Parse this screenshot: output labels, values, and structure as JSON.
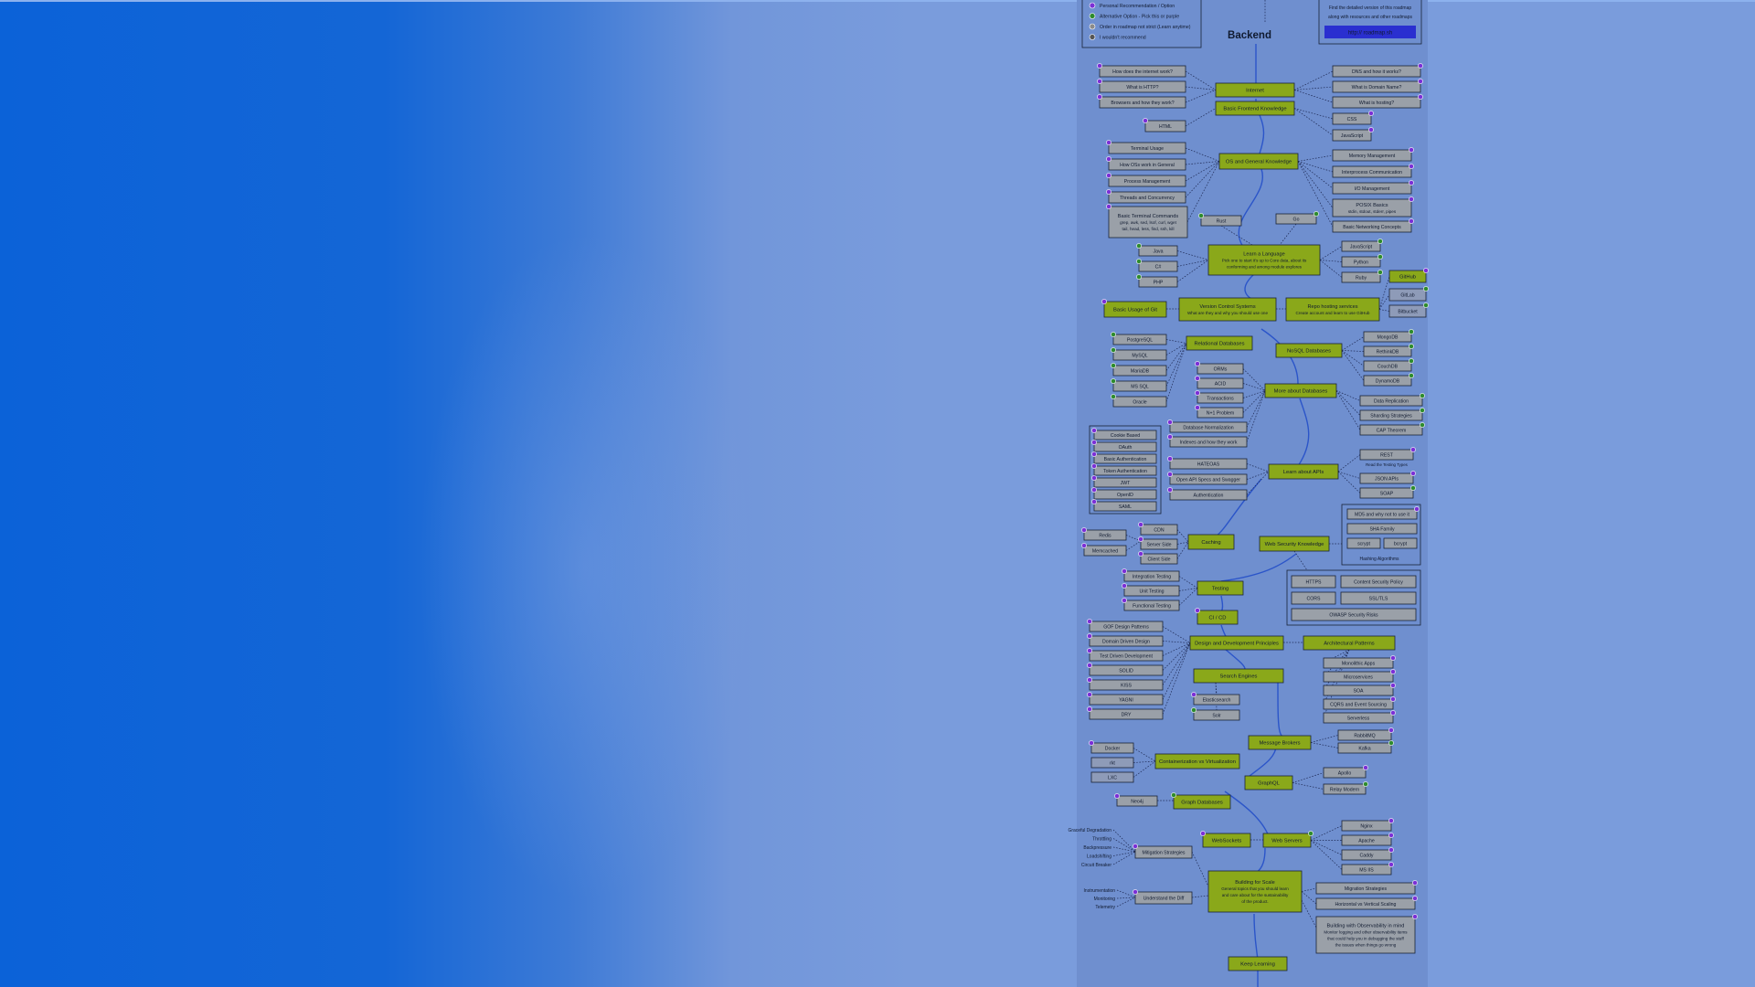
{
  "legend": {
    "items": [
      {
        "label": "Personal Recommendation / Option",
        "color": "#7b2fd6"
      },
      {
        "label": "Alternative Option - Pick this or purple",
        "color": "#2e8b2e"
      },
      {
        "label": "Order in roadmap not strict (Learn anytime)",
        "color": "#8a8a8a"
      },
      {
        "label": "I wouldn't recommend",
        "color": "#555555"
      }
    ]
  },
  "promo": {
    "text1": "Find the detailed version of this roadmap",
    "text2": "along with resources and other roadmaps",
    "link": "http:// roadmap.sh"
  },
  "title": "Backend",
  "colors": {
    "main": "#8aa81a",
    "sub": "#9aa0a8",
    "accent": "#7b2fd6",
    "bg": "#6f8fcf"
  },
  "labels": {
    "internet": "Internet",
    "frontend": "Basic Frontend Knowledge",
    "os": "OS and General Knowledge",
    "lang_title": "Learn a Language",
    "lang_sub1": "Pick one to start it's up to Core data, about its",
    "lang_sub2": "conforming and among module explores",
    "vcs": "Version Control Systems",
    "vcs_sub": "What are they and why you should use one",
    "repo": "Repo hosting services",
    "repo_sub": "Create account and learn to use GitHub",
    "git": "Basic Usage of Git",
    "rel": "Relational Databases",
    "nosql": "NoSQL Databases",
    "moredb": "More about Databases",
    "apis": "Learn about APIs",
    "caching": "Caching",
    "websec": "Web Security Knowledge",
    "testing": "Testing",
    "cicd": "CI / CD",
    "design": "Design and Development Principles",
    "arch": "Architectural Patterns",
    "search": "Search Engines",
    "msg": "Message Brokers",
    "container": "Containerization vs Virtualization",
    "graphql": "GraphQL",
    "graphdb": "Graph Databases",
    "websockets": "WebSockets",
    "webservers": "Web Servers",
    "scale_title": "Building for Scale",
    "scale_sub1": "General topics that you should learn",
    "scale_sub2": "and care about for the sustainability",
    "scale_sub3": "of the product.",
    "mitigation": "Mitigation Strategies",
    "understand": "Understand the Diff",
    "keep": "Keep Learning",
    "hashing": "Hashing Algorithms",
    "observ_title": "Building with Observability in mind",
    "observ_1": "Monitor logging and other observability items",
    "observ_2": "that could help you in debugging the stuff",
    "observ_3": "the issues when things go wrong",
    "rest_note": "Read the Testing Types"
  },
  "internet_left": [
    "How does the internet work?",
    "What is HTTP?",
    "Browsers and how they work?"
  ],
  "internet_right": [
    "DNS and how it works?",
    "What is Domain Name?",
    "What is hosting?"
  ],
  "frontend_items": [
    "HTML",
    "CSS",
    "JavaScript"
  ],
  "os_left": [
    "Terminal Usage",
    "How OSs work in General",
    "Process Management",
    "Threads and Concurrency"
  ],
  "terminal_cmds": [
    "Basic Terminal Commands",
    "grep, awk, sed, lsof, curl, wget",
    "tail, head, less, find, ssh, kill"
  ],
  "os_right": [
    "Memory Management",
    "Interprocess Communication",
    "I/O Management",
    "POSIX Basics",
    "Basic Networking Concepts"
  ],
  "posix_sub": "stdin, stdout, stderr, pipes",
  "lang_top": [
    "Rust",
    "Go"
  ],
  "lang_left": [
    "Java",
    "C#",
    "PHP"
  ],
  "lang_right": [
    "JavaScript",
    "Python",
    "Ruby"
  ],
  "repo_items": [
    "GitHub",
    "GitLab",
    "Bitbucket"
  ],
  "rel_items": [
    "PostgreSQL",
    "MySQL",
    "MariaDB",
    "MS SQL",
    "Oracle"
  ],
  "nosql_items": [
    "MongoDB",
    "RethinkDB",
    "CouchDB",
    "DynamoDB"
  ],
  "moredb_mid": [
    "ORMs",
    "ACID",
    "Transactions",
    "N+1 Problem",
    "Database Normalization",
    "Indexes and how they work"
  ],
  "moredb_right": [
    "Data Replication",
    "Sharding Strategies",
    "CAP Theorem"
  ],
  "auth_items": [
    "Cookie Based",
    "OAuth",
    "Basic Authentication",
    "Token Authentication",
    "JWT",
    "OpenID",
    "SAML"
  ],
  "api_left": [
    "HATEOAS",
    "Open API Specs and Swagger",
    "Authentication"
  ],
  "api_right": [
    "REST",
    "JSON APIs",
    "SOAP"
  ],
  "cache_left": [
    "Redis",
    "Memcached"
  ],
  "cache_mid": [
    "CDN",
    "Server Side",
    "Client Side"
  ],
  "hash_items": [
    "MD5 and why not to use it",
    "SHA Family",
    "scrypt",
    "bcrypt"
  ],
  "sec_items": [
    "HTTPS",
    "Content Security Policy",
    "CORS",
    "SSL/TLS",
    "OWASP Security Risks"
  ],
  "test_items": [
    "Integration Testing",
    "Unit Testing",
    "Functional Testing"
  ],
  "design_items": [
    "GOF Design Patterns",
    "Domain Driven Design",
    "Test Driven Development",
    "SOLID",
    "KISS",
    "YAGNI",
    "DRY"
  ],
  "arch_items": [
    "Monolithic Apps",
    "Microservices",
    "SOA",
    "CQRS and Event Sourcing",
    "Serverless"
  ],
  "search_items": [
    "Elasticsearch",
    "Solr"
  ],
  "msg_items": [
    "RabbitMQ",
    "Kafka"
  ],
  "container_items": [
    "Docker",
    "rkt",
    "LXC"
  ],
  "graphql_items": [
    "Apollo",
    "Relay Modern"
  ],
  "graphdb_items": [
    "Neo4j"
  ],
  "webserver_items": [
    "Nginx",
    "Apache",
    "Caddy",
    "MS IIS"
  ],
  "mitig_items": [
    "Graceful Degradation",
    "Throttling",
    "Backpressure",
    "Loadshifting",
    "Circuit Breaker"
  ],
  "understand_items": [
    "Instrumentation",
    "Monitoring",
    "Telemetry"
  ],
  "scale_right": [
    "Migration Strategies",
    "Horizontal vs Vertical Scaling"
  ]
}
